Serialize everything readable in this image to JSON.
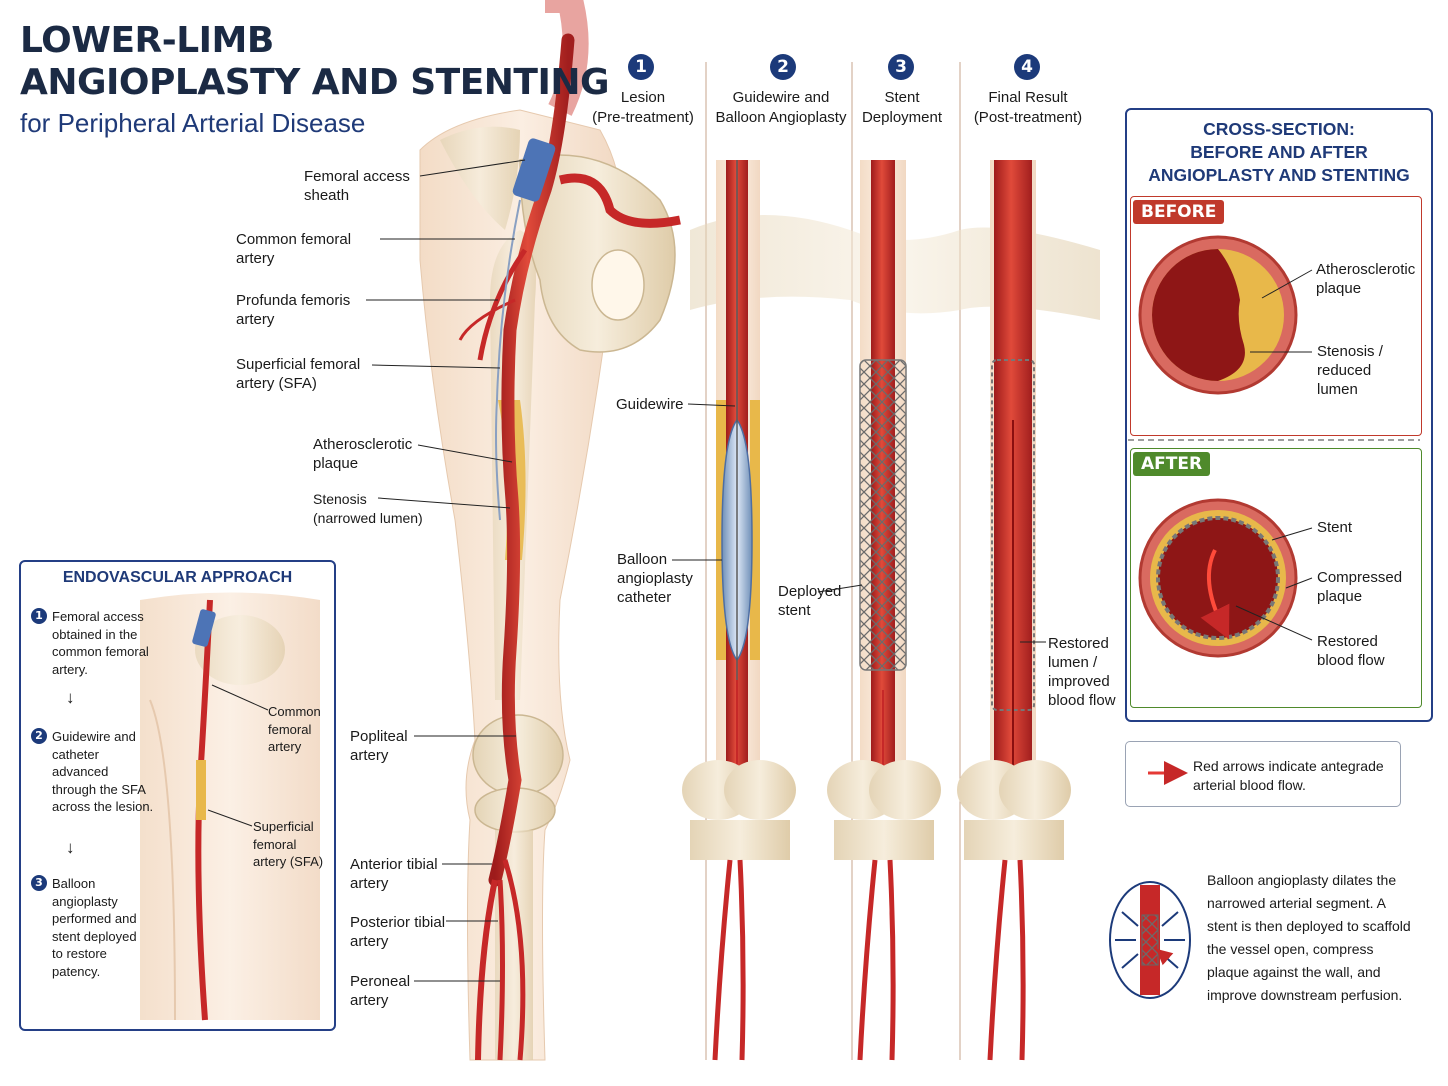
{
  "title": {
    "line1": "LOWER-LIMB",
    "line2": "ANGIOPLASTY AND STENTING",
    "subtitle": "for Peripheral Arterial Disease"
  },
  "leg_labels": {
    "femoral_access_sheath": "Femoral access\nsheath",
    "common_femoral": "Common femoral\nartery",
    "profunda": "Profunda femoris\nartery",
    "sfa": "Superficial femoral\nartery (SFA)",
    "plaque": "Atherosclerotic\nplaque",
    "stenosis": "Stenosis\n(narrowed lumen)",
    "popliteal": "Popliteal\nartery",
    "anterior_tibial": "Anterior tibial\nartery",
    "posterior_tibial": "Posterior tibial\nartery",
    "peroneal": "Peroneal\nartery"
  },
  "steps": [
    {
      "num": "1",
      "label": "Lesion\n(Pre-treatment)"
    },
    {
      "num": "2",
      "label": "Guidewire and\nBalloon Angioplasty"
    },
    {
      "num": "3",
      "label": "Stent\nDeployment"
    },
    {
      "num": "4",
      "label": "Final Result\n(Post-treatment)"
    }
  ],
  "step_labels": {
    "guidewire": "Guidewire",
    "balloon_catheter": "Balloon\nangioplasty\ncatheter",
    "deployed_stent": "Deployed\nstent",
    "restored_lumen": "Restored\nlumen /\nimproved\nblood flow"
  },
  "cross_section": {
    "title": "CROSS-SECTION:\nBEFORE AND AFTER\nANGIOPLASTY AND STENTING",
    "before_tag": "BEFORE",
    "after_tag": "AFTER",
    "before_labels": {
      "plaque": "Atherosclerotic\nplaque",
      "stenosis": "Stenosis /\nreduced\nlumen"
    },
    "after_labels": {
      "stent": "Stent",
      "compressed": "Compressed\nplaque",
      "flow": "Restored\nblood flow"
    }
  },
  "legend": {
    "text": "Red arrows indicate antegrade\narterial blood flow."
  },
  "summary": {
    "text": "Balloon angioplasty dilates the narrowed arterial segment. A stent is then deployed to scaffold the vessel open, compress plaque against the wall, and improve downstream perfusion."
  },
  "endovascular": {
    "title": "ENDOVASCULAR APPROACH",
    "steps": [
      {
        "num": "1",
        "text": "Femoral access\nobtained in the\ncommon femoral\nartery."
      },
      {
        "num": "2",
        "text": "Guidewire and\ncatheter\nadvanced\nthrough the SFA\nacross the lesion."
      },
      {
        "num": "3",
        "text": "Balloon\nangioplasty\nperformed and\nstent deployed\nto restore\npatency."
      }
    ],
    "labels": {
      "common_femoral": "Common\nfemoral\nartery",
      "sfa": "Superficial\nfemoral\nartery (SFA)"
    }
  },
  "colors": {
    "navy": "#1c3a7a",
    "artery": "#c62828",
    "plaque": "#e8b84a",
    "before": "#c0392b",
    "after": "#4f8a2b"
  }
}
